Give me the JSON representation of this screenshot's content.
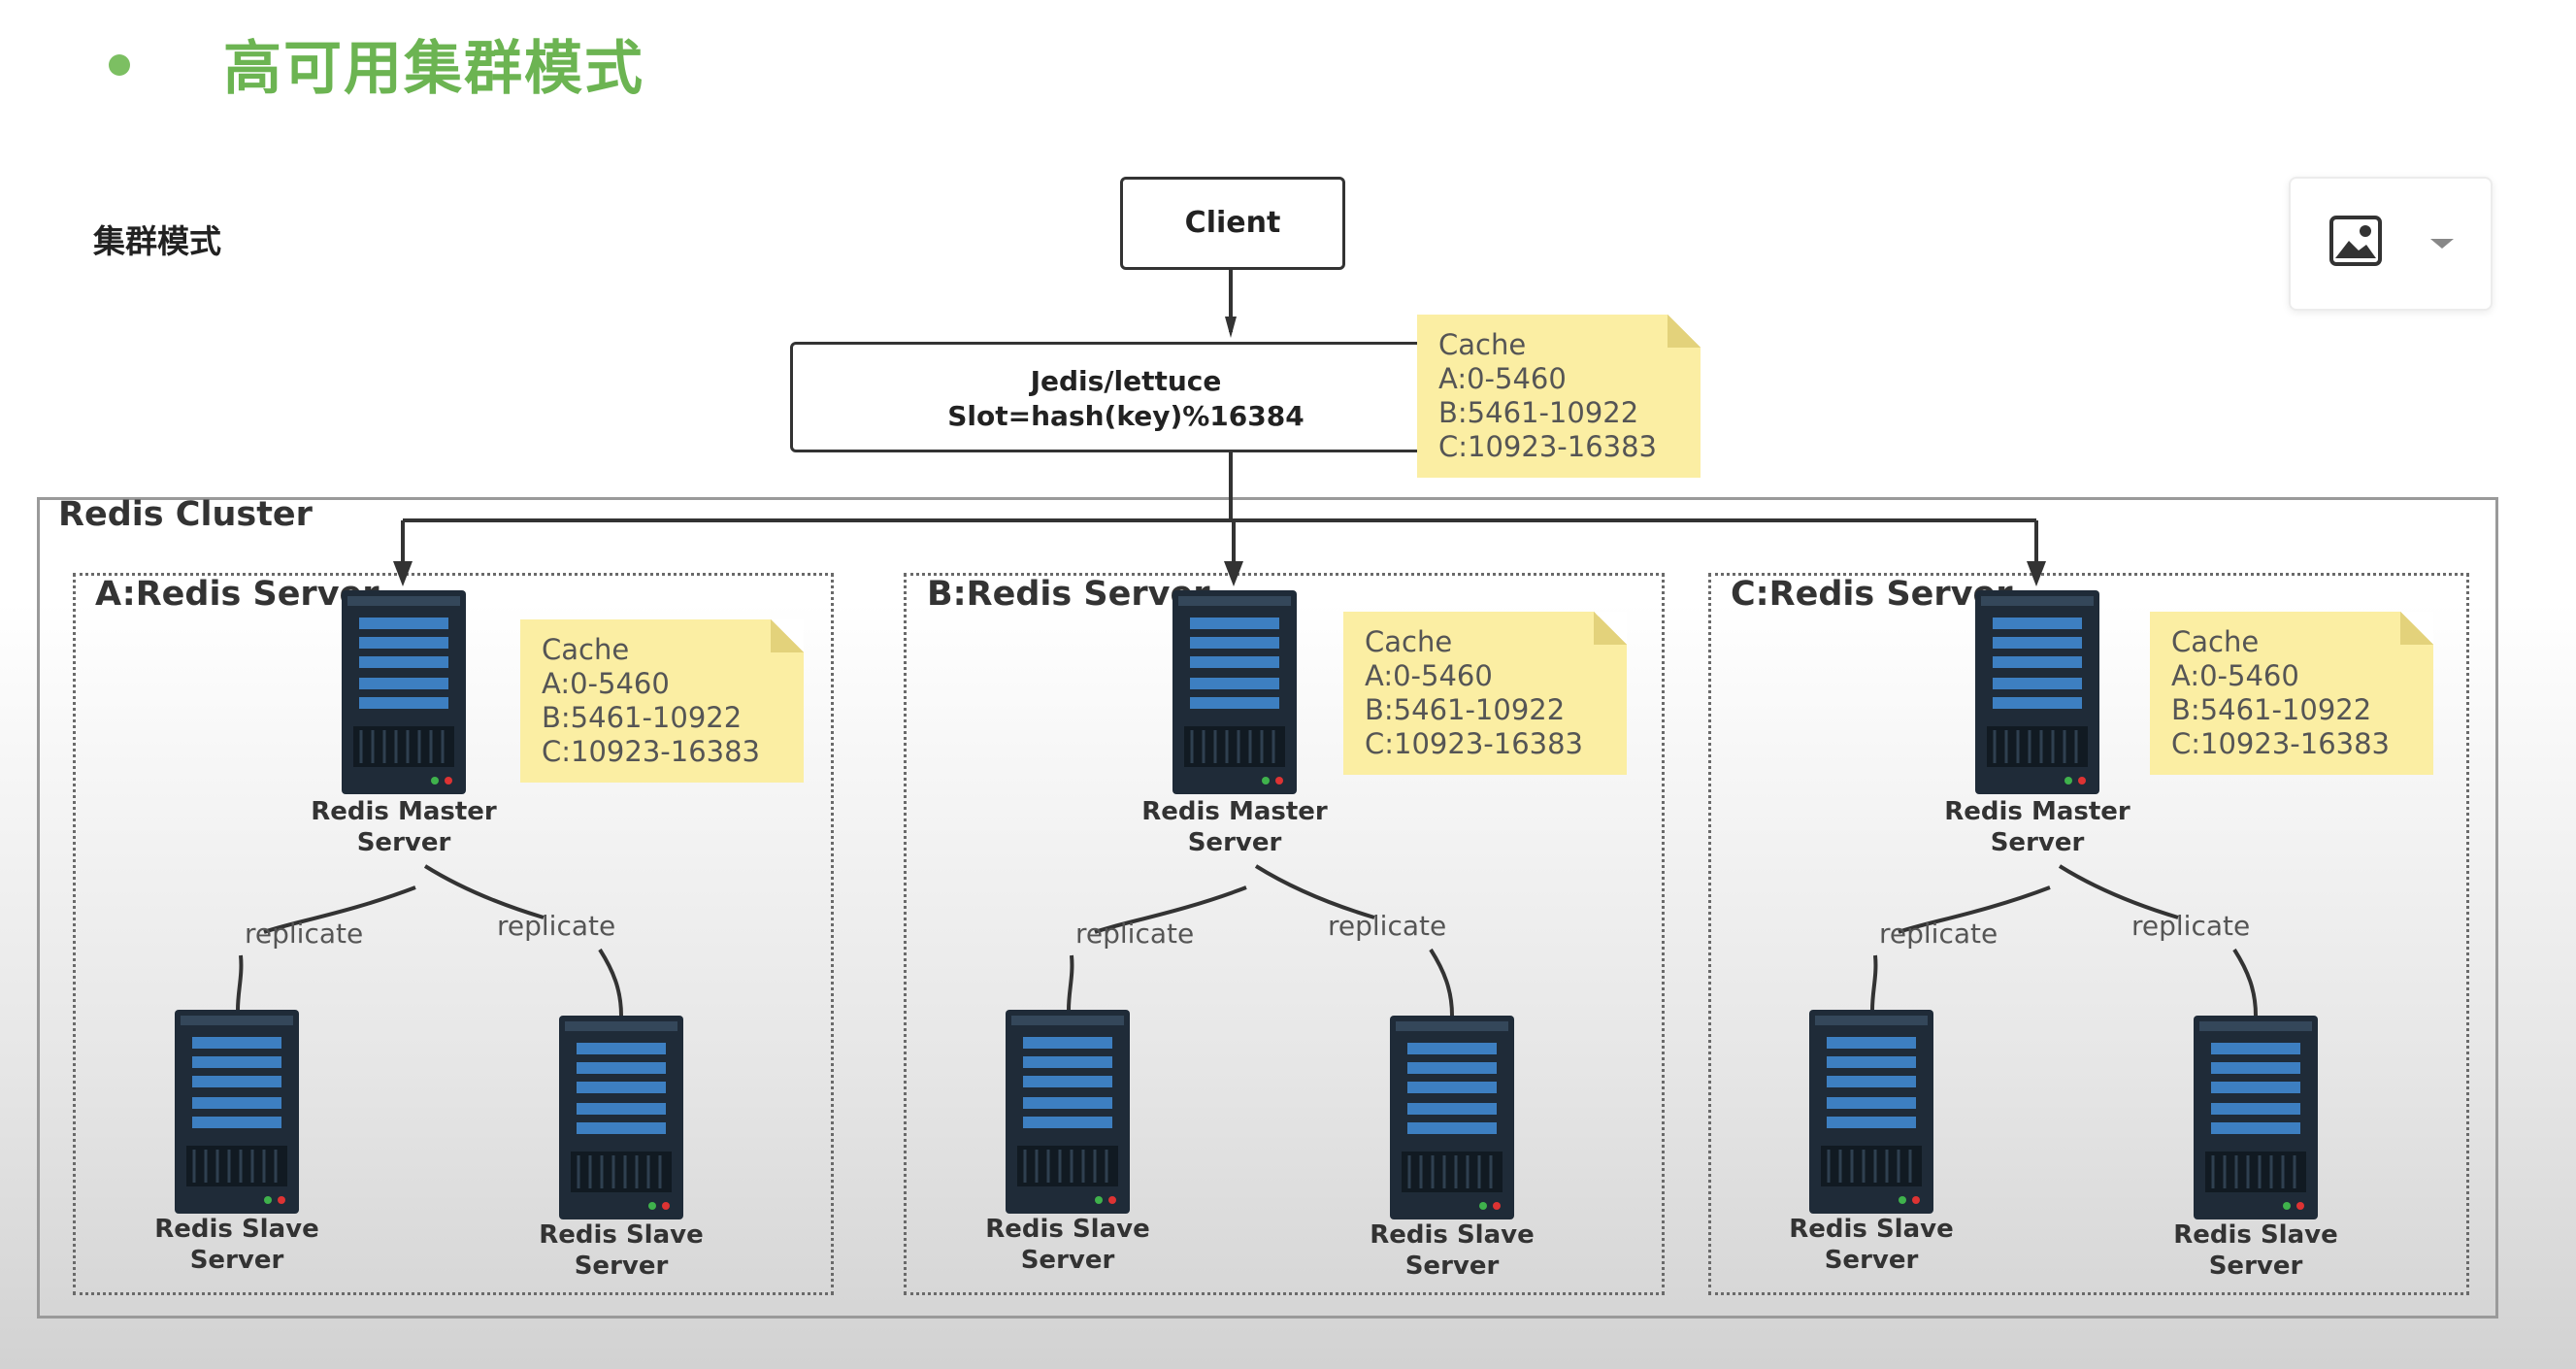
{
  "page": {
    "title": "高可用集群模式",
    "section_label": "集群模式"
  },
  "diagram": {
    "client": "Client",
    "jedis_line1": "Jedis/lettuce",
    "jedis_line2": "Slot=hash(key)%16384",
    "cluster_label": "Redis Cluster",
    "cache_note": {
      "title": "Cache",
      "a": "A:0-5460",
      "b": "B:5461-10922",
      "c": "C:10923-16383"
    },
    "groups": [
      {
        "label": "A:Redis Server",
        "note": {
          "title": "Cache",
          "a": "A:0-5460",
          "b": "B:5461-10922",
          "c": "C:10923-16383"
        },
        "master": [
          "Redis Master",
          "Server"
        ],
        "replicate_left": "replicate",
        "replicate_right": "replicate",
        "slave_left": [
          "Redis Slave",
          "Server"
        ],
        "slave_right": [
          "Redis Slave",
          "Server"
        ]
      },
      {
        "label": "B:Redis Server",
        "note": {
          "title": "Cache",
          "a": "A:0-5460",
          "b": "B:5461-10922",
          "c": "C:10923-16383"
        },
        "master": [
          "Redis Master",
          "Server"
        ],
        "replicate_left": "replicate",
        "replicate_right": "replicate",
        "slave_left": [
          "Redis Slave",
          "Server"
        ],
        "slave_right": [
          "Redis Slave",
          "Server"
        ]
      },
      {
        "label": "C:Redis Server",
        "note": {
          "title": "Cache",
          "a": "A:0-5460",
          "b": "B:5461-10922",
          "c": "C:10923-16383"
        },
        "master": [
          "Redis Master",
          "Server"
        ],
        "replicate_left": "replicate",
        "replicate_right": "replicate",
        "slave_left": [
          "Redis Slave",
          "Server"
        ],
        "slave_right": [
          "Redis Slave",
          "Server"
        ]
      }
    ]
  },
  "toolbar": {
    "image_icon": "image-icon",
    "dropdown_icon": "chevron-down-icon"
  },
  "colors": {
    "title": "#6cb452",
    "note": "#fbeea3",
    "server_dark": "#1f2b38",
    "server_blue": "#3d7fc1"
  }
}
